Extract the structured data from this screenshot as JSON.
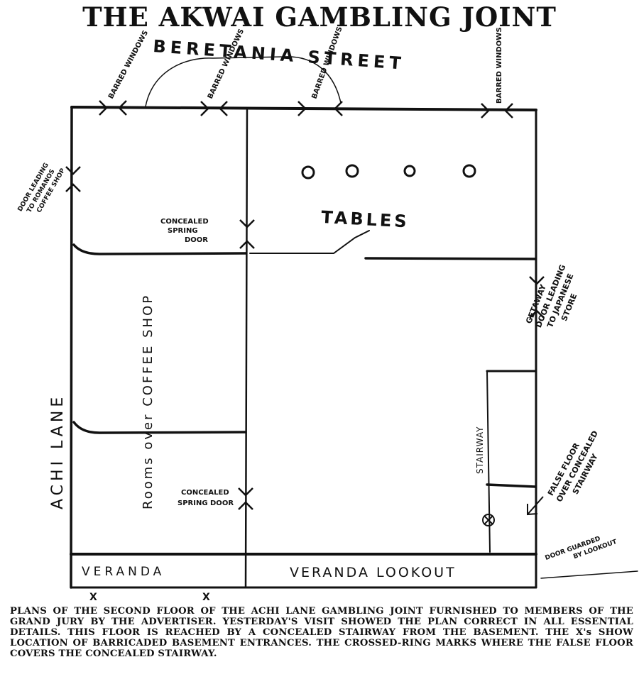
{
  "title": "THE AKWAI GAMBLING JOINT",
  "plan": {
    "street_top": "BERETANIA STREET",
    "lane_left": "ACHI LANE",
    "barred_windows": [
      "BARRED WINDOWS",
      "BARRED WINDOWS",
      "BARRED WINDOWS",
      "BARRED WINDOWS"
    ],
    "door_left": [
      "DOOR LEADING",
      "TO ROMANOS",
      "COFFEE SHOP"
    ],
    "concealed_spring_door_top": [
      "CONCEALED",
      "SPRING",
      "DOOR"
    ],
    "tables": "TABLES",
    "getaway_door": [
      "GETAWAY",
      "DOOR LEADING",
      "TO JAPANESE",
      "STORE"
    ],
    "rooms_over_coffee_shop": "Rooms over COFFEE SHOP",
    "concealed_spring_door_bottom": [
      "CONCEALED",
      "SPRING DOOR"
    ],
    "stairway": "STAIRWAY",
    "false_floor": [
      "FALSE FLOOR",
      "OVER CONCEALED",
      "STAIRWAY"
    ],
    "door_guarded": [
      "DOOR GUARDED",
      "BY LOOKOUT"
    ],
    "veranda_left": "VERANDA",
    "veranda_right": "VERANDA LOOKOUT",
    "x_marks": [
      "X",
      "X"
    ]
  },
  "caption": "PLANS OF THE SECOND FLOOR OF THE ACHI LANE GAMBLING JOINT FURNISHED TO MEMBERS OF THE GRAND JURY BY THE ADVERTISER. YESTERDAY'S VISIT SHOWED THE PLAN CORRECT IN ALL ESSENTIAL DETAILS. THIS FLOOR IS REACHED BY A CONCEALED STAIRWAY FROM THE BASEMENT. THE X's SHOW LOCATION OF BARRICADED BASEMENT ENTRANCES. THE CROSSED-RING MARKS WHERE THE FALSE FLOOR COVERS THE CONCEALED STAIRWAY."
}
